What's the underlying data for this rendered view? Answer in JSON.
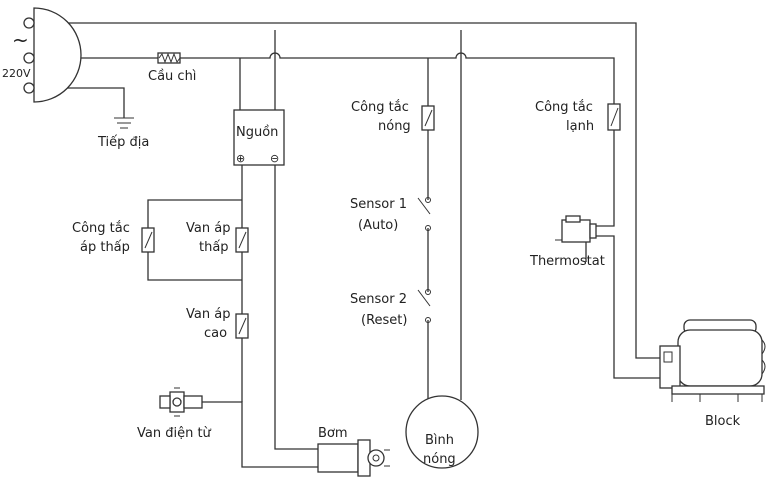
{
  "supply": {
    "ac_symbol": "~",
    "voltage": "220V"
  },
  "labels": {
    "fuse": "Cầu chì",
    "ground": "Tiếp địa",
    "power_supply": "Nguồn",
    "plus": "⊕",
    "minus": "⊖",
    "low_pressure_switch": [
      "Công tắc",
      "áp thấp"
    ],
    "low_pressure_valve": [
      "Van áp",
      "thấp"
    ],
    "high_pressure_valve": [
      "Van áp",
      "cao"
    ],
    "solenoid_valve": "Van điện từ",
    "pump": "Bơm",
    "hot_switch": [
      "Công tắc",
      "nóng"
    ],
    "sensor1": [
      "Sensor 1",
      "(Auto)"
    ],
    "sensor2": [
      "Sensor 2",
      "(Reset)"
    ],
    "hot_tank": [
      "Bình",
      "nóng"
    ],
    "cold_switch": [
      "Công tắc",
      "lạnh"
    ],
    "thermostat": "Thermostat",
    "compressor": "Block"
  }
}
